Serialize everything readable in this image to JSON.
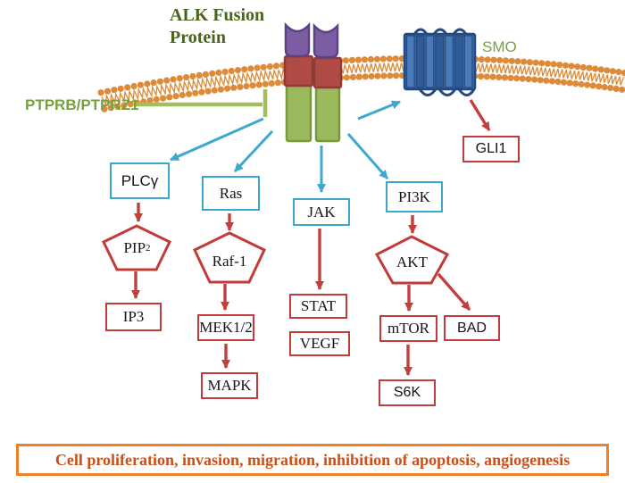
{
  "title": {
    "line1": "ALK Fusion",
    "line2": "Protein"
  },
  "labels": {
    "ptprb": "PTPRB/PTPRZ1",
    "smo": "SMO"
  },
  "nodes": {
    "plcg": {
      "label": "PLCγ"
    },
    "ras": {
      "label": "Ras"
    },
    "jak": {
      "label": "JAK"
    },
    "pi3k": {
      "label": "PI3K"
    },
    "gli1": {
      "label": "GLI1"
    },
    "pip2": {
      "label": "PIP",
      "sub": "2"
    },
    "raf1": {
      "label": "Raf-1"
    },
    "akt": {
      "label": "AKT"
    },
    "ip3": {
      "label": "IP3"
    },
    "mek12": {
      "label": "MEK1/2"
    },
    "mapk": {
      "label": "MAPK"
    },
    "stat": {
      "label": "STAT"
    },
    "vegf": {
      "label": "VEGF"
    },
    "mtor": {
      "label": "mTOR"
    },
    "bad": {
      "label": "BAD"
    },
    "s6k": {
      "label": "S6K"
    }
  },
  "banner": {
    "text": "Cell proliferation, invasion, migration, inhibition of apoptosis, angiogenesis"
  },
  "colors": {
    "membrane": "#de8b39",
    "purple-fill": "#7c5ca3",
    "purple-stroke": "#5b4383",
    "recred-fill": "#b04a45",
    "recred-stroke": "#8e3a36",
    "recgreen-fill": "#9ab85c",
    "recgreen-stroke": "#77983f",
    "smo-fill": "#3e6fad",
    "smo-bar-dark": "#2f5c99",
    "smo-bar-light": "#4a7ab8",
    "smo-stroke": "#24497e",
    "blue-arrow": "#3fa8d0",
    "red-arrow": "#c2403c",
    "green-line": "#a2bf5e",
    "green-text": "#76a23e",
    "title-green": "#4a641d",
    "box-blue": "#3aa7cf",
    "box-red": "#c13c39",
    "banner-border": "#ee8128",
    "banner-text": "#cb4f16"
  }
}
